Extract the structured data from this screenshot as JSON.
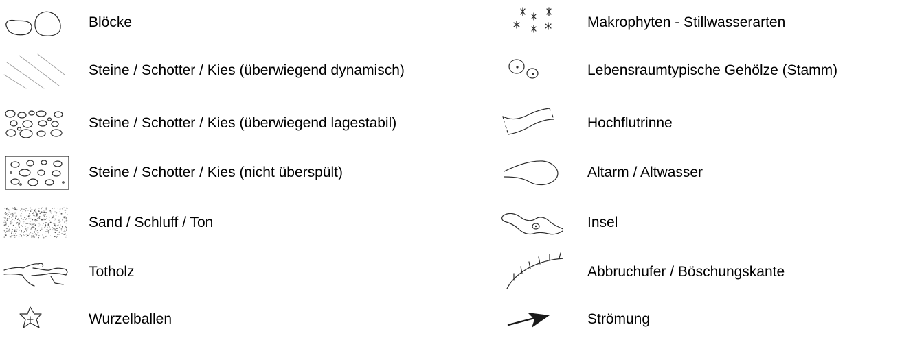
{
  "legend": {
    "left": [
      {
        "label": "Blöcke",
        "icon": "bloecke-icon"
      },
      {
        "label": "Steine / Schotter / Kies (überwiegend dynamisch)",
        "icon": "steine-dynamisch-icon"
      },
      {
        "label": "Steine / Schotter / Kies (überwiegend lagestabil)",
        "icon": "steine-lagestabil-icon"
      },
      {
        "label": "Steine / Schotter / Kies (nicht überspült)",
        "icon": "steine-nicht-ueberspuelt-icon"
      },
      {
        "label": "Sand / Schluff / Ton",
        "icon": "sand-schluff-ton-icon"
      },
      {
        "label": "Totholz",
        "icon": "totholz-icon"
      },
      {
        "label": "Wurzelballen",
        "icon": "wurzelballen-icon"
      }
    ],
    "right": [
      {
        "label": "Makrophyten - Stillwasserarten",
        "icon": "makrophyten-icon"
      },
      {
        "label": "Lebensraumtypische Gehölze (Stamm)",
        "icon": "gehoelze-stamm-icon"
      },
      {
        "label": "Hochflutrinne",
        "icon": "hochflutrinne-icon"
      },
      {
        "label": "Altarm / Altwasser",
        "icon": "altarm-icon"
      },
      {
        "label": "Insel",
        "icon": "insel-icon"
      },
      {
        "label": "Abbruchufer / Böschungskante",
        "icon": "abbruchufer-icon"
      },
      {
        "label": "Strömung",
        "icon": "stroemung-icon"
      }
    ]
  }
}
